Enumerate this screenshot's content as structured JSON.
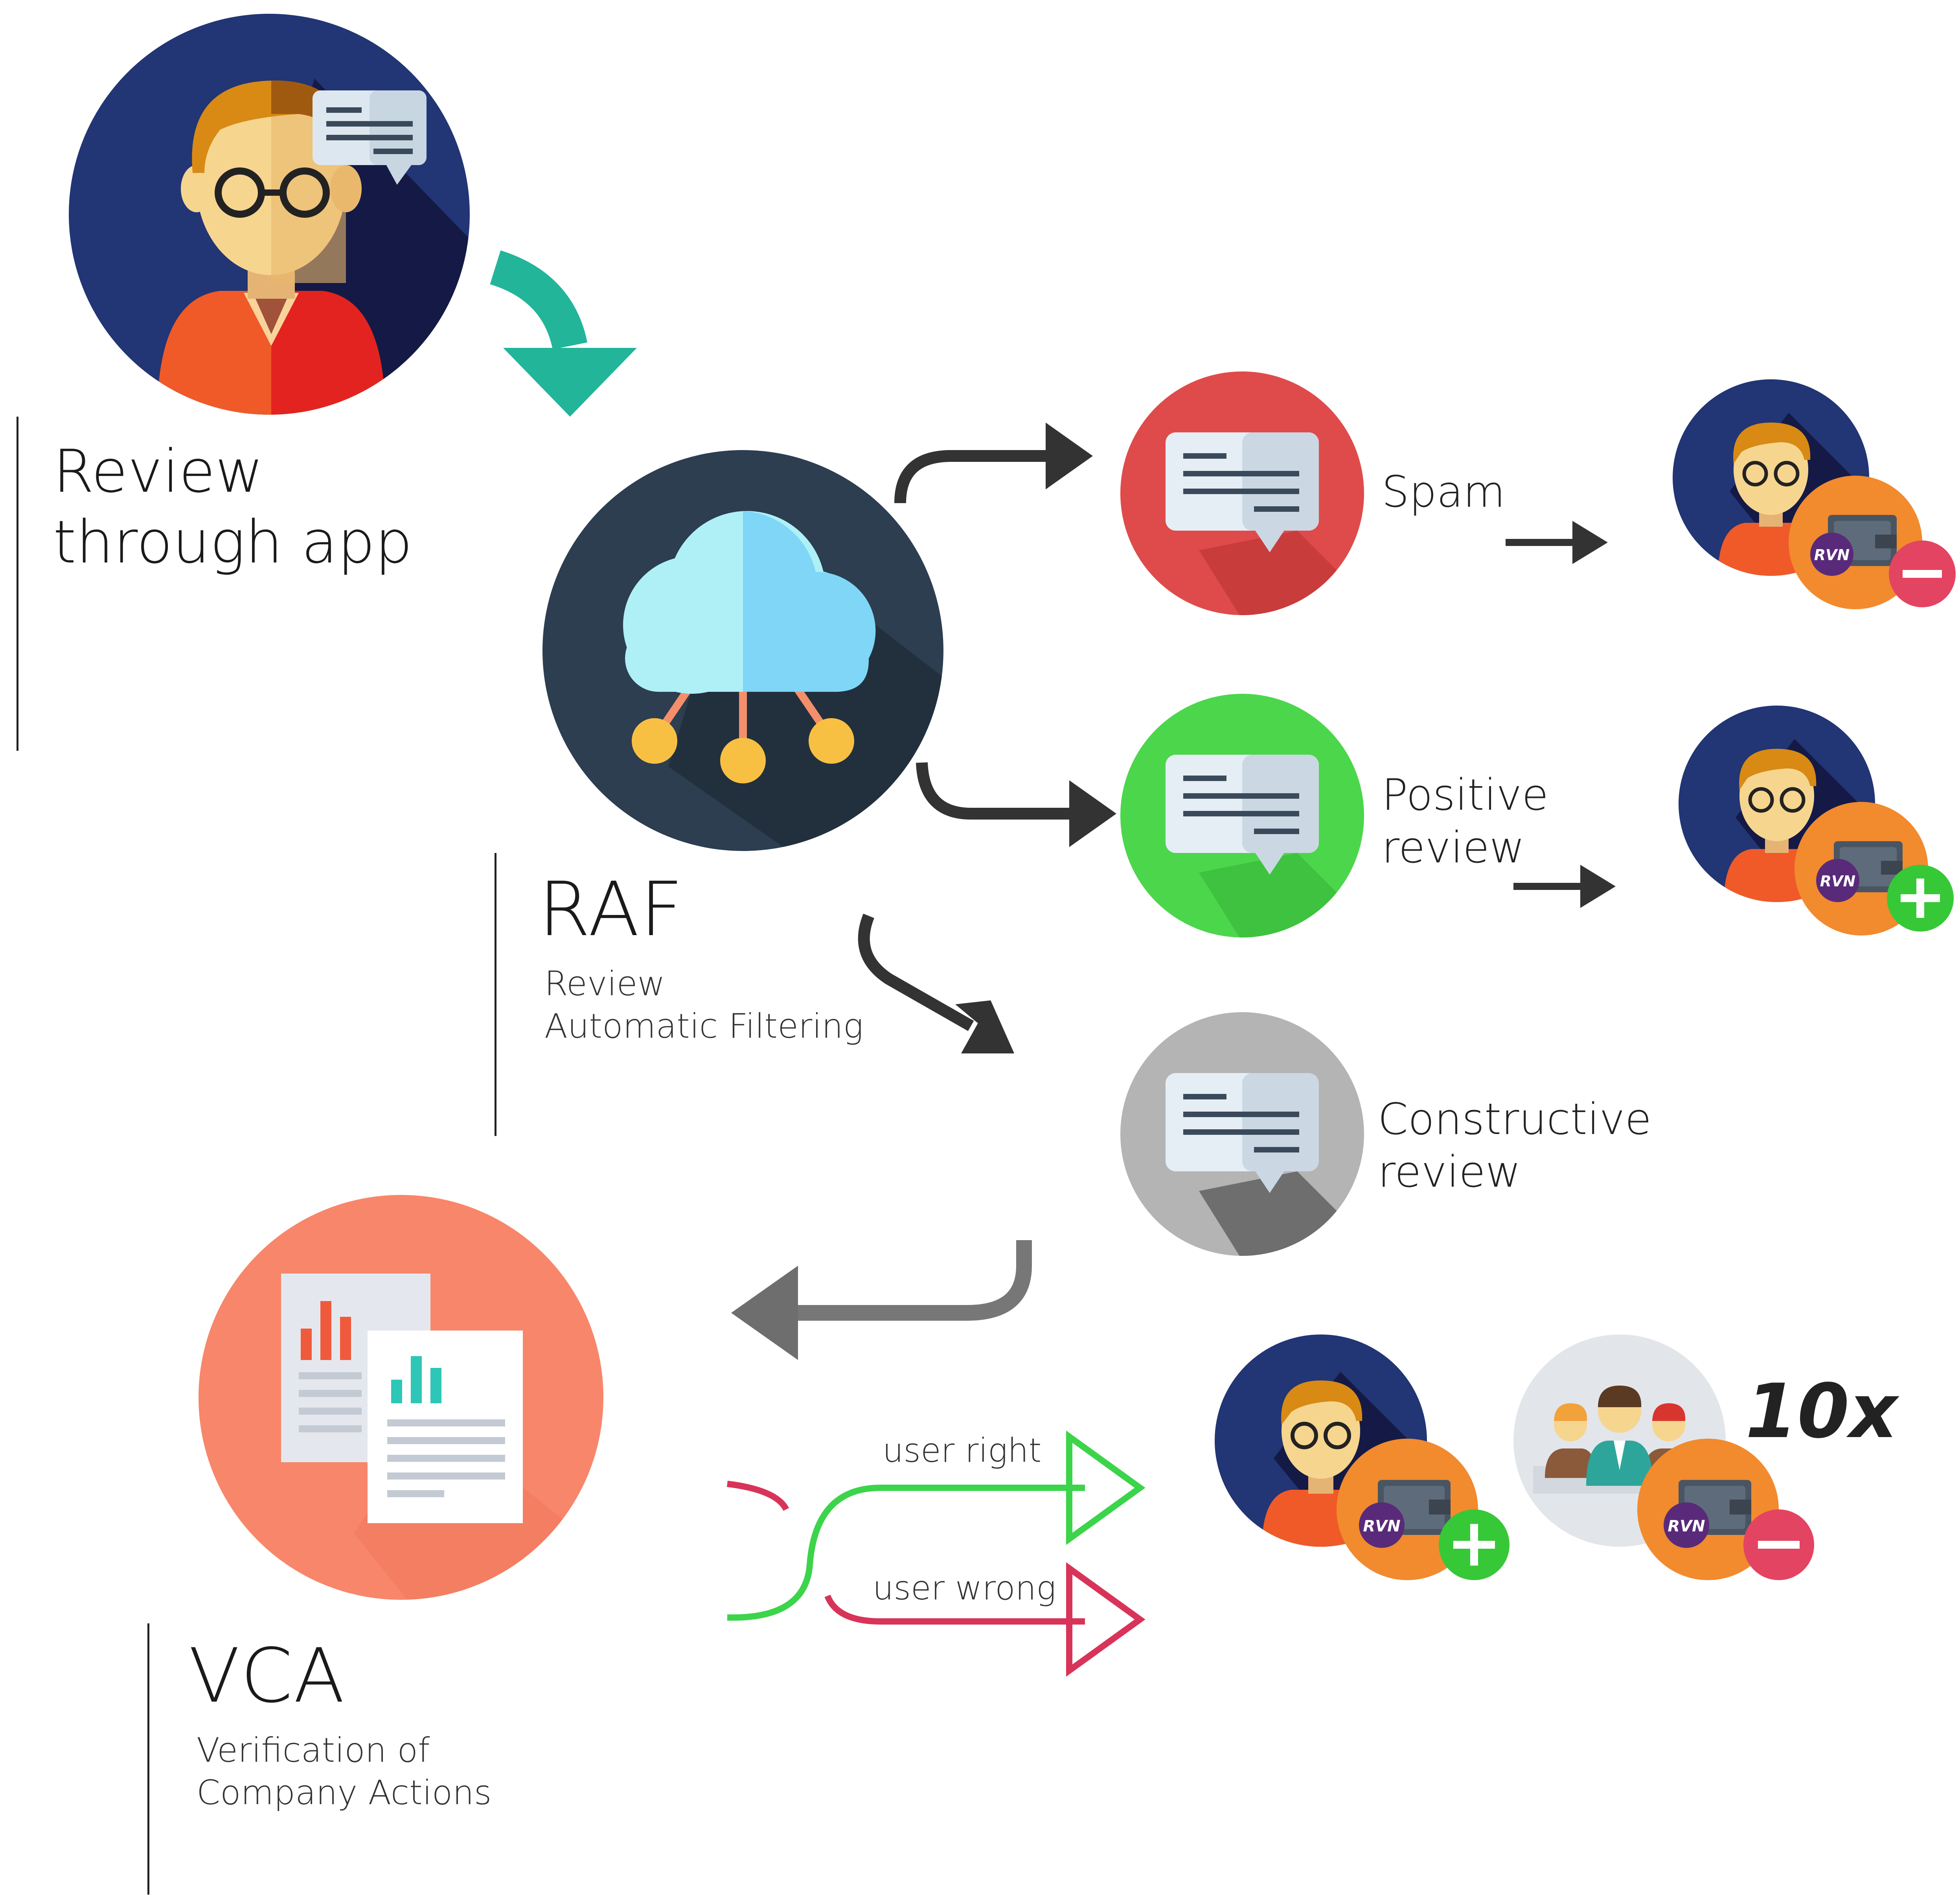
{
  "labels": {
    "review_app_line1": "Review",
    "review_app_line2": "through app",
    "raf_title": "RAF",
    "raf_sub_line1": "Review",
    "raf_sub_line2": "Automatic Filtering",
    "spam": "Spam",
    "positive_line1": "Positive",
    "positive_line2": "review",
    "constructive_line1": "Constructive",
    "constructive_line2": "review",
    "vca_title": "VCA",
    "vca_sub_line1": "Verification of",
    "vca_sub_line2": "Company Actions",
    "user_right": "user right",
    "user_wrong": "user wrong",
    "multiplier": "10x",
    "token": "RVN"
  },
  "colors": {
    "user_bg": "#1f2f6b",
    "raf_bg": "#2c3e50",
    "spam": "#df4b4b",
    "positive": "#4cd64c",
    "constructive": "#a9a9a9",
    "vca": "#f8866a",
    "teal_arrow": "#22b59a",
    "green_line": "#3cd44a",
    "red_line": "#d8345a",
    "wallet": "#f28a2e",
    "plus_badge": "#37c837",
    "minus_badge": "#e34461"
  },
  "icons": {
    "user": "user-with-speech-icon",
    "raf": "cloud-network-icon",
    "spam": "spam-comment-icon",
    "positive": "positive-comment-icon",
    "constructive": "constructive-comment-icon",
    "vca": "documents-chart-icon",
    "wallet": "wallet-icon",
    "group": "group-people-icon"
  }
}
